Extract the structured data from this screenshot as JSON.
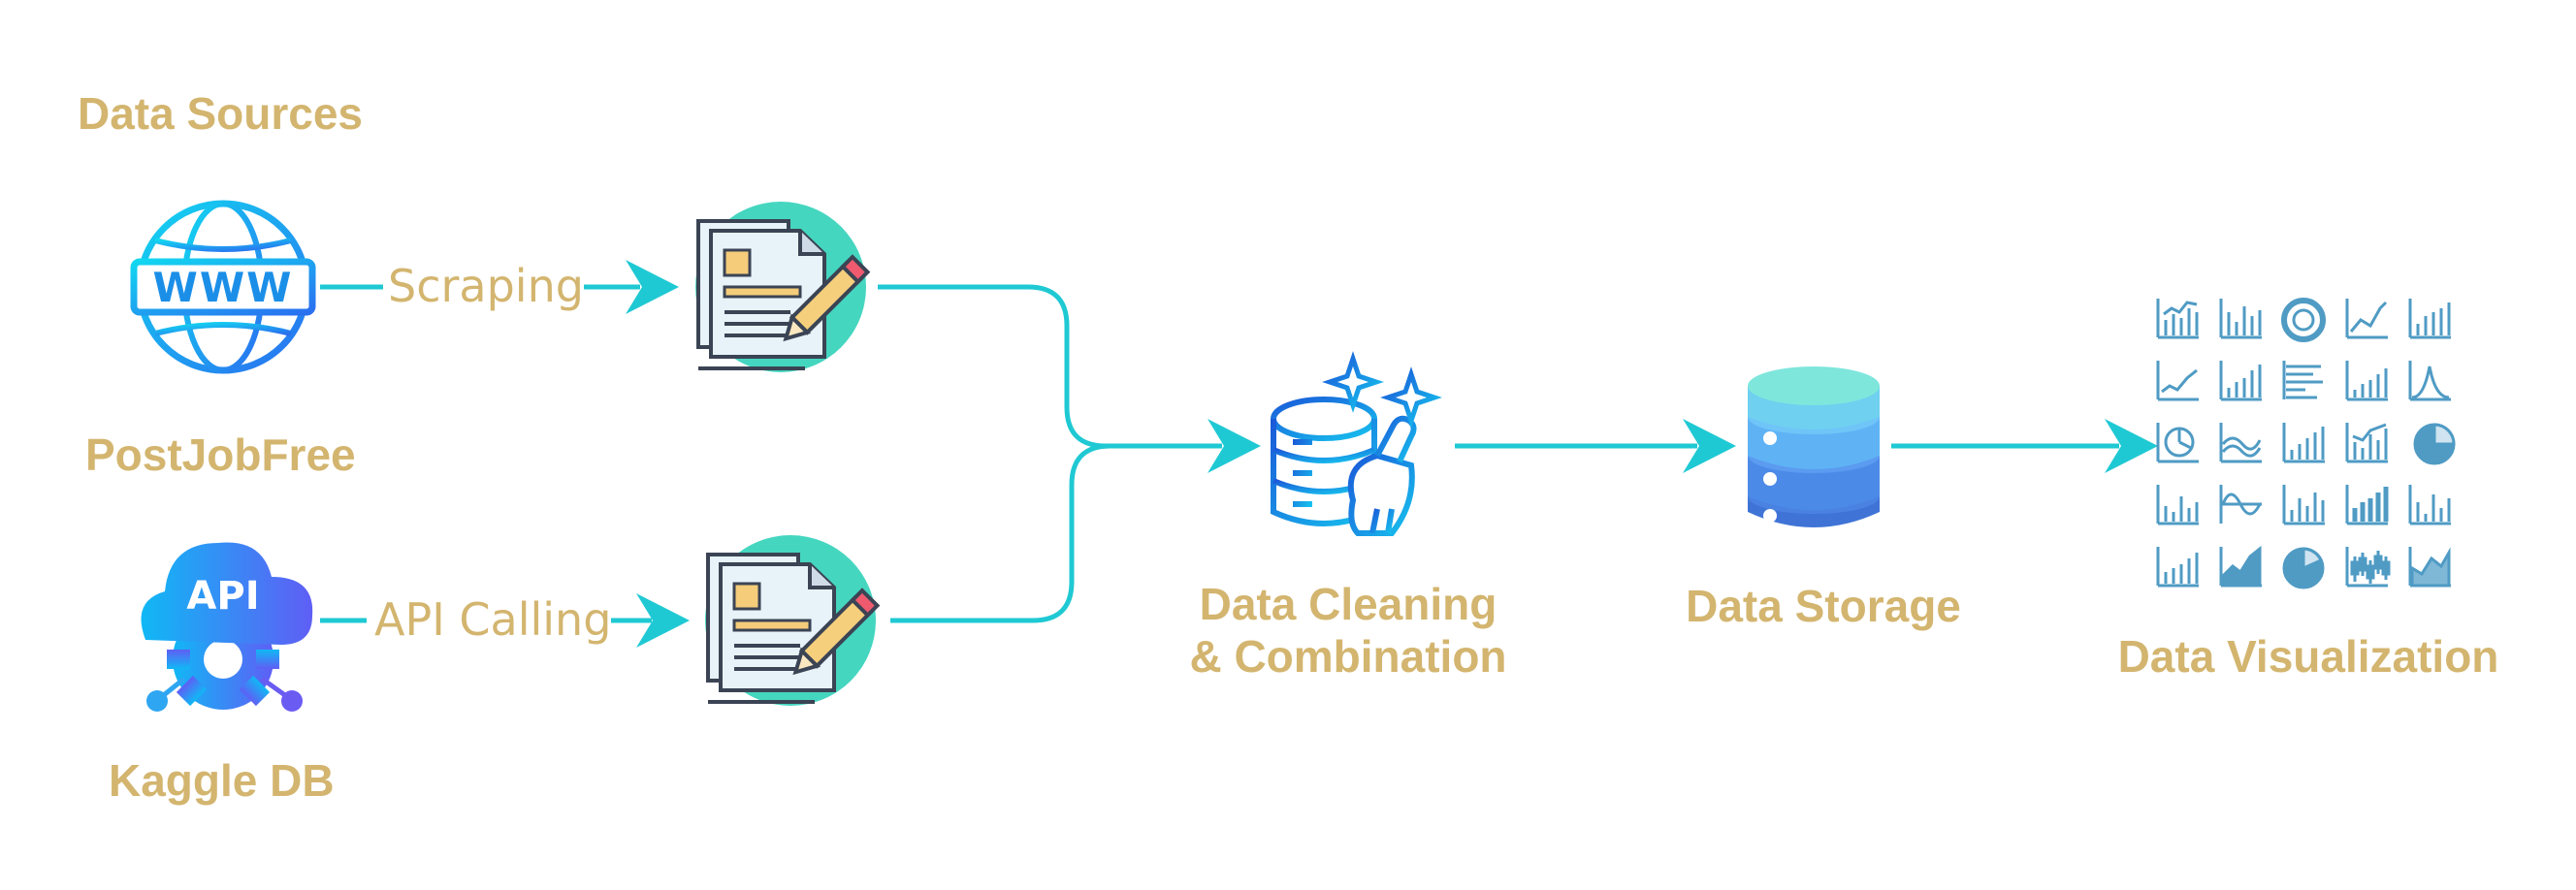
{
  "title": "Data Sources",
  "sources": [
    {
      "label": "PostJobFree",
      "icon": "globe-www-icon",
      "icon_text": "WWW"
    },
    {
      "label": "Kaggle DB",
      "icon": "api-cloud-gear-icon",
      "icon_text": "API"
    }
  ],
  "edges": {
    "scraping": "Scraping",
    "api_calling": "API Calling"
  },
  "stages": {
    "cleaning_line1": "Data Cleaning",
    "cleaning_line2": "& Combination",
    "storage": "Data Storage",
    "visualization": "Data Visualization"
  },
  "colors": {
    "label_gold": "#d3b56f",
    "connector_teal": "#1fc9d3",
    "doc_circle": "#45d6c0",
    "icon_blue": "#2f7fe6"
  }
}
